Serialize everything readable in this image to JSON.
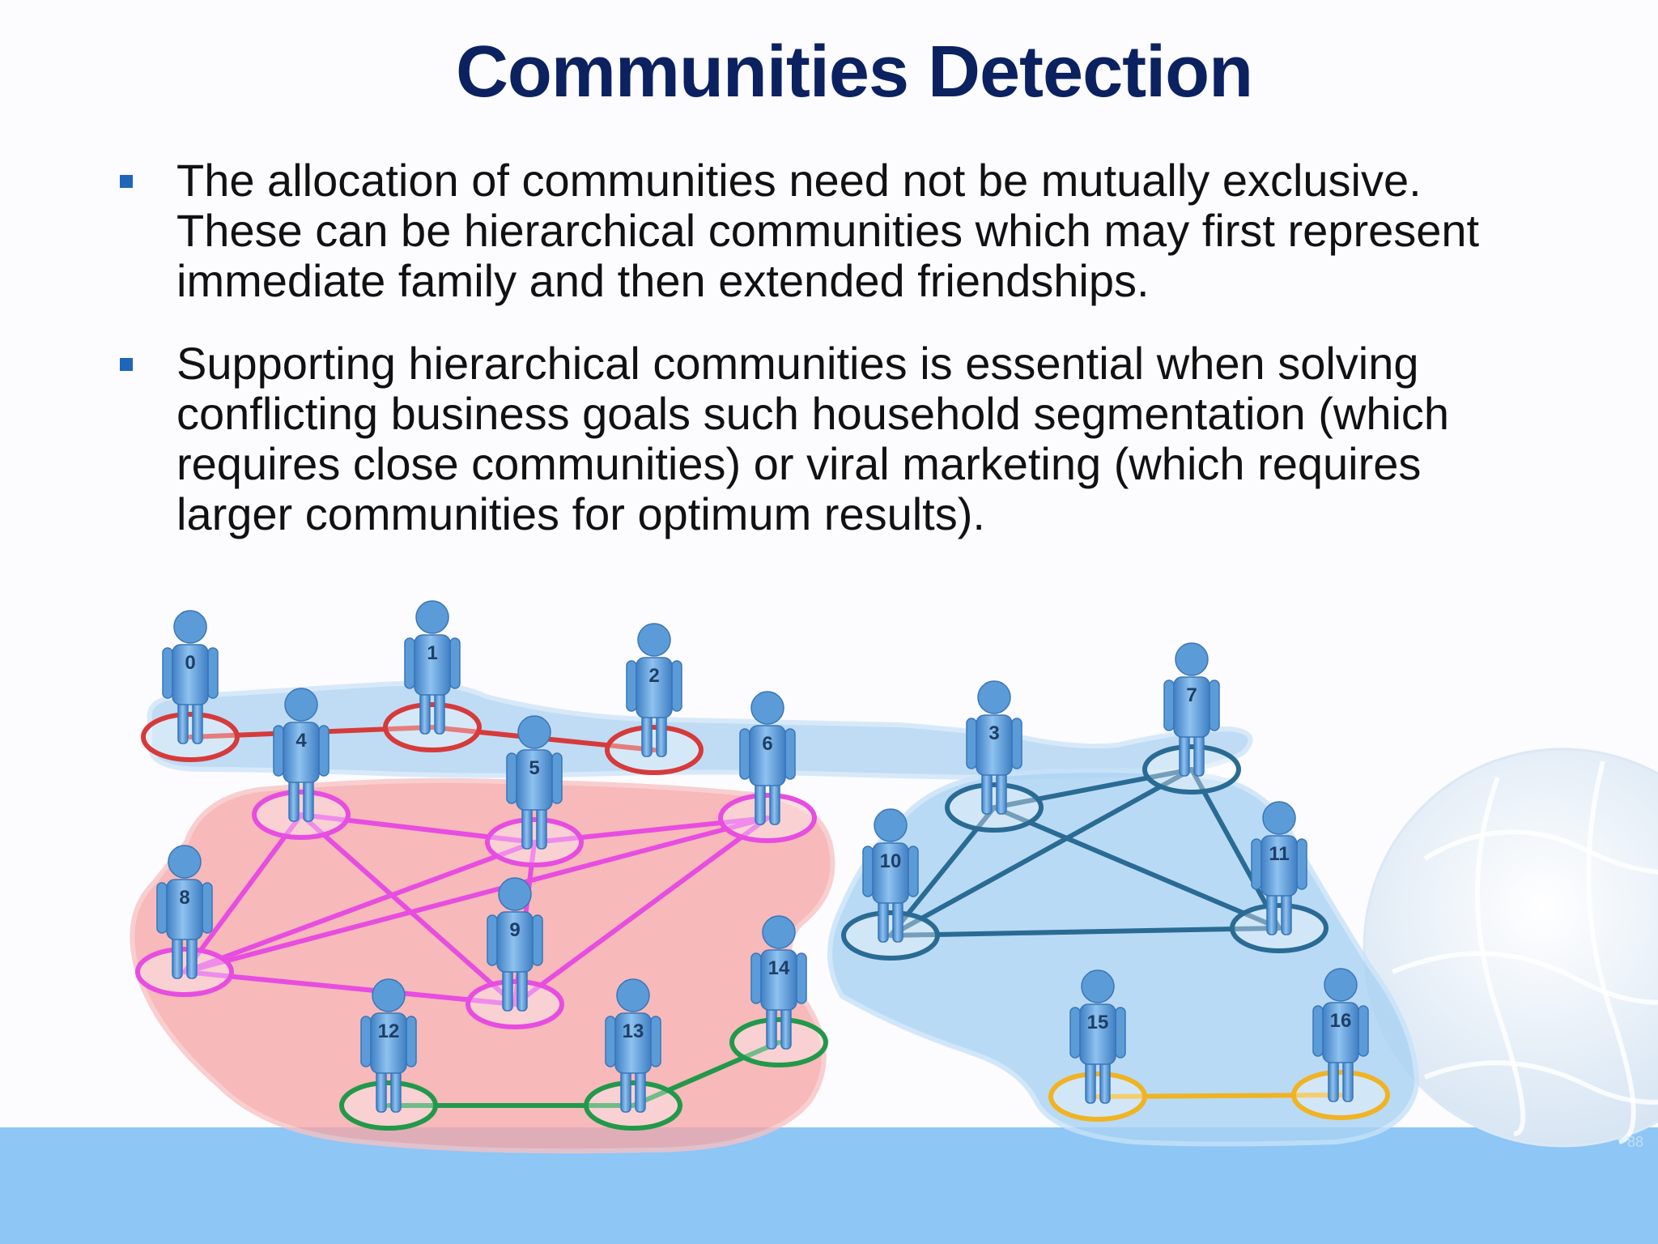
{
  "slide": {
    "title": "Communities Detection",
    "page_number": "88",
    "bullets": [
      {
        "lines": [
          "The allocation of communities need not be mutually exclusive.",
          "These can be hierarchical communities which may first represent",
          "immediate family and then extended friendships."
        ]
      },
      {
        "lines": [
          "Supporting hierarchical communities is essential when solving",
          "conflicting business goals such household segmentation (which",
          "requires close communities) or viral marketing (which requires",
          "larger communities for optimum results)."
        ]
      }
    ]
  },
  "diagram": {
    "nodes": [
      {
        "id": "0",
        "label": "0"
      },
      {
        "id": "1",
        "label": "1"
      },
      {
        "id": "2",
        "label": "2"
      },
      {
        "id": "3",
        "label": "3"
      },
      {
        "id": "4",
        "label": "4"
      },
      {
        "id": "5",
        "label": "5"
      },
      {
        "id": "6",
        "label": "6"
      },
      {
        "id": "7",
        "label": "7"
      },
      {
        "id": "8",
        "label": "8"
      },
      {
        "id": "9",
        "label": "9"
      },
      {
        "id": "10",
        "label": "10"
      },
      {
        "id": "11",
        "label": "11"
      },
      {
        "id": "12",
        "label": "12"
      },
      {
        "id": "13",
        "label": "13"
      },
      {
        "id": "14",
        "label": "14"
      },
      {
        "id": "15",
        "label": "15"
      },
      {
        "id": "16",
        "label": "16"
      }
    ],
    "edges": [
      {
        "from": "0",
        "to": "1",
        "color": "#d63a3a"
      },
      {
        "from": "1",
        "to": "2",
        "color": "#d63a3a"
      },
      {
        "from": "4",
        "to": "5",
        "color": "#e64de0"
      },
      {
        "from": "4",
        "to": "9",
        "color": "#e64de0"
      },
      {
        "from": "4",
        "to": "8",
        "color": "#e64de0"
      },
      {
        "from": "5",
        "to": "6",
        "color": "#e64de0"
      },
      {
        "from": "5",
        "to": "8",
        "color": "#e64de0"
      },
      {
        "from": "5",
        "to": "9",
        "color": "#e64de0"
      },
      {
        "from": "6",
        "to": "8",
        "color": "#e64de0"
      },
      {
        "from": "6",
        "to": "9",
        "color": "#e64de0"
      },
      {
        "from": "8",
        "to": "9",
        "color": "#e64de0"
      },
      {
        "from": "12",
        "to": "13",
        "color": "#22994a"
      },
      {
        "from": "13",
        "to": "14",
        "color": "#22994a"
      },
      {
        "from": "3",
        "to": "7",
        "color": "#2a6b94"
      },
      {
        "from": "3",
        "to": "10",
        "color": "#2a6b94"
      },
      {
        "from": "3",
        "to": "11",
        "color": "#2a6b94"
      },
      {
        "from": "7",
        "to": "10",
        "color": "#2a6b94"
      },
      {
        "from": "7",
        "to": "11",
        "color": "#2a6b94"
      },
      {
        "from": "10",
        "to": "11",
        "color": "#2a6b94"
      },
      {
        "from": "15",
        "to": "16",
        "color": "#f0b323"
      }
    ],
    "node_colors": {
      "0": "#d63a3a",
      "1": "#d63a3a",
      "2": "#d63a3a",
      "4": "#e64de0",
      "5": "#e64de0",
      "6": "#e64de0",
      "8": "#e64de0",
      "9": "#e64de0",
      "12": "#22994a",
      "13": "#22994a",
      "14": "#22994a",
      "3": "#2a6b94",
      "7": "#2a6b94",
      "10": "#2a6b94",
      "11": "#2a6b94",
      "15": "#f0b323",
      "16": "#f0b323"
    },
    "community_colors": {
      "extended_network": "#8fc4ec",
      "pink_community": "#f6a7a7",
      "blue_community": "#a9d3f3"
    },
    "figure_color": "#5b9bd8"
  }
}
